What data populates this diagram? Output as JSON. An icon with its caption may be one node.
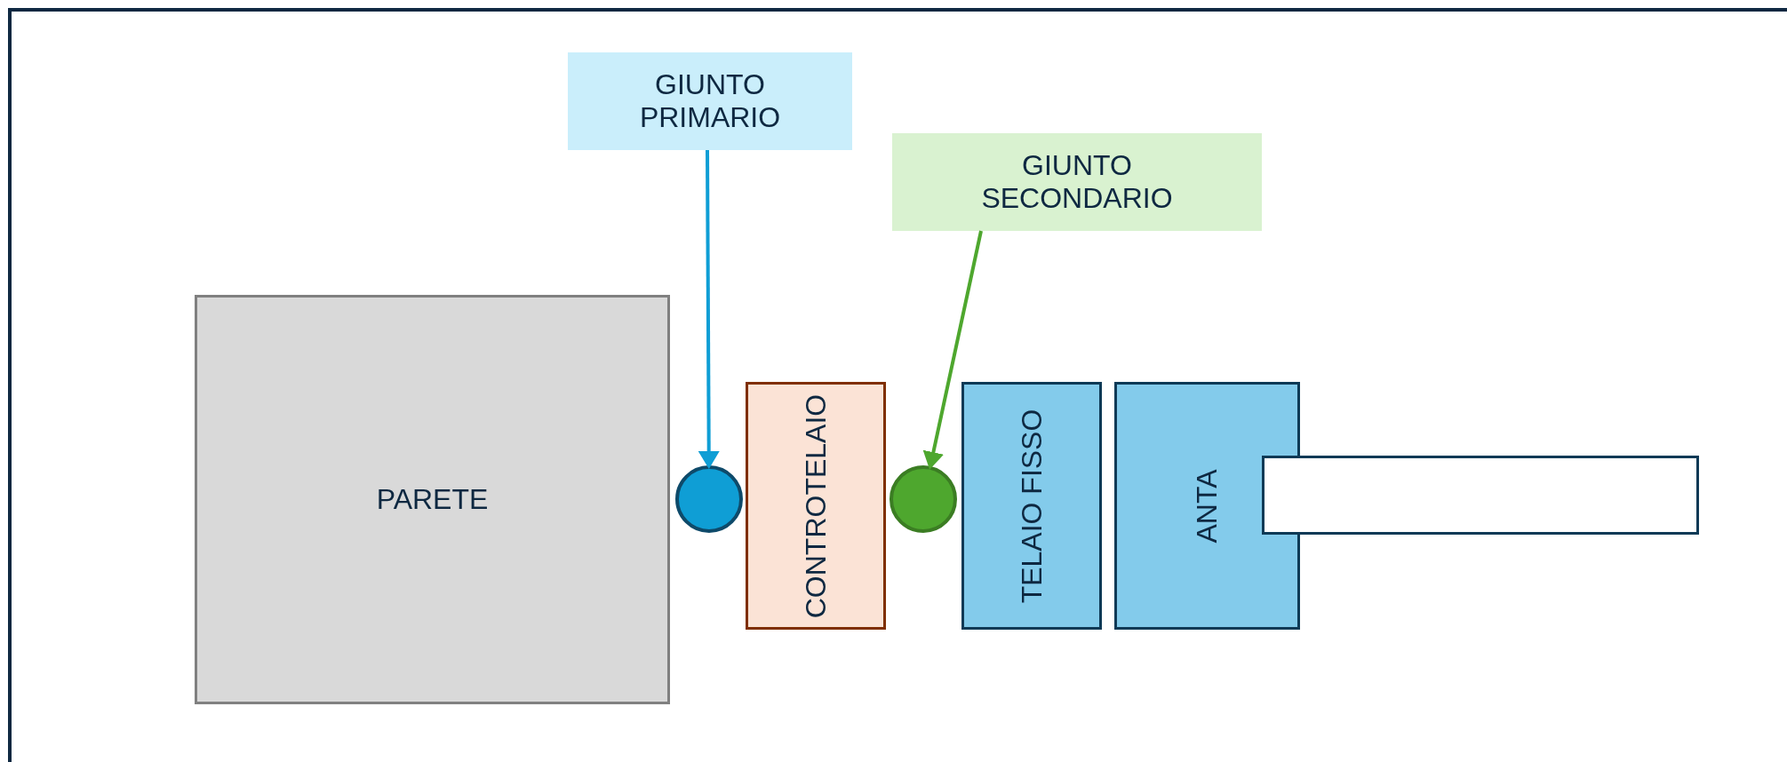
{
  "diagram": {
    "nodes": [
      {
        "text": [
          "GIUNTO PRIMARIO"
        ]
      },
      {
        "text": [
          "GIUNTO SECONDARIO"
        ]
      },
      {
        "text": [
          "PARETE"
        ]
      },
      {
        "text": [],
        "shape": "circle"
      },
      {
        "text": [
          "CONTROTELAIO"
        ]
      },
      {
        "text": [],
        "shape": "circle"
      },
      {
        "text": [
          "TELAIO FISSO"
        ]
      },
      {
        "text": [
          "ANTA"
        ]
      },
      {
        "text": [],
        "shape": "box"
      }
    ],
    "edges": [
      {
        "from": 0,
        "to": 3,
        "arrow": "to",
        "color": "#0f9ed5"
      },
      {
        "from": 1,
        "to": 5,
        "arrow": "to",
        "color": "#4ea72e"
      }
    ]
  }
}
